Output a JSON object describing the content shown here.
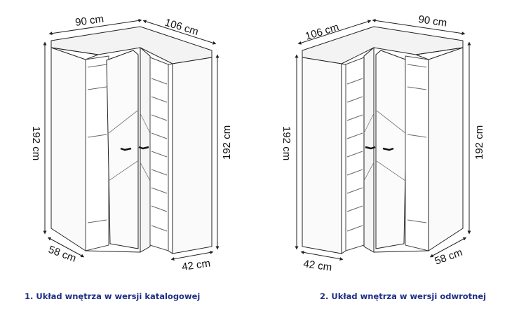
{
  "diagrams": [
    {
      "dims": {
        "top_left": "90 cm",
        "top_right": "106 cm",
        "height_left": "192 cm",
        "height_right": "192 cm",
        "depth_left": "58 cm",
        "depth_right": "42 cm"
      },
      "caption": "1. Układ wnętrza w wersji katalogowej"
    },
    {
      "dims": {
        "top_left": "106 cm",
        "top_right": "90 cm",
        "height_left": "192 cm",
        "height_right": "192 cm",
        "depth_left": "42 cm",
        "depth_right": "58 cm"
      },
      "caption": "2. Układ wnętrza w wersji odwrotnej"
    }
  ]
}
